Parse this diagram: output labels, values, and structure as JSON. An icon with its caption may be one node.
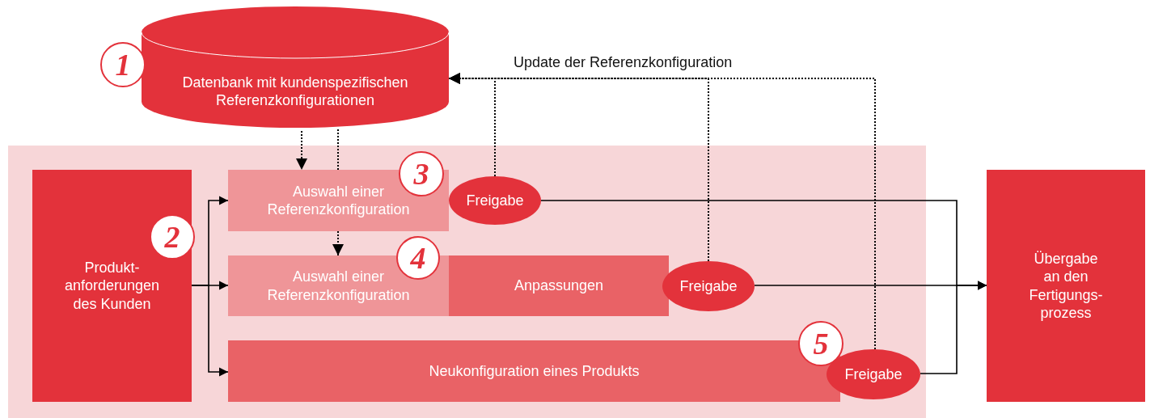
{
  "diagram": {
    "nodes": [
      {
        "text": [
          "Datenbank mit kundenspezifischen Referenzkonfigurationen"
        ]
      },
      {
        "text": [],
        "shape": "box"
      },
      {
        "text": [
          "Produkt- anforderungen des Kunden"
        ],
        "in": 1
      },
      {
        "text": [
          "Auswahl einer Referenzkonfiguration"
        ],
        "in": 1
      },
      {
        "text": [
          "Freigabe"
        ],
        "in": 1
      },
      {
        "text": [
          "Auswahl einer Referenzkonfiguration"
        ],
        "in": 1
      },
      {
        "text": [
          "Anpassungen"
        ],
        "in": 1
      },
      {
        "text": [
          "Freigabe"
        ],
        "in": 1
      },
      {
        "text": [
          "Neukonfiguration eines Produkts"
        ],
        "in": 1
      },
      {
        "text": [
          "Freigabe"
        ],
        "in": 1
      },
      {
        "text": [
          "Übergabe an den Fertigungs- prozess"
        ]
      }
    ],
    "edges": [
      {
        "from": 0,
        "to": 3,
        "arrow": "to",
        "style": "dashed"
      },
      {
        "from": 0,
        "to": 3,
        "arrow": "none",
        "style": "dashed"
      },
      {
        "from": 3,
        "to": 5,
        "arrow": "to",
        "style": "dashed"
      },
      {
        "from": 2,
        "to": 3,
        "arrow": "to"
      },
      {
        "from": 2,
        "to": 5,
        "arrow": "to"
      },
      {
        "from": 2,
        "to": 8,
        "arrow": "to"
      },
      {
        "from": 4,
        "to": 10,
        "arrow": "to"
      },
      {
        "from": 7,
        "to": 10,
        "arrow": "to"
      },
      {
        "from": 9,
        "to": 10,
        "arrow": "to"
      },
      {
        "from": 4,
        "to": 0,
        "arrow": "to",
        "style": "dashed"
      },
      {
        "from": 7,
        "to": 0,
        "arrow": "to",
        "style": "dashed"
      },
      {
        "from": 9,
        "to": 0,
        "arrow": "to",
        "style": "dashed"
      }
    ],
    "labels": [
      "1",
      "Update der Referenzkonfiguration",
      "3",
      "2",
      "4",
      "5"
    ]
  }
}
